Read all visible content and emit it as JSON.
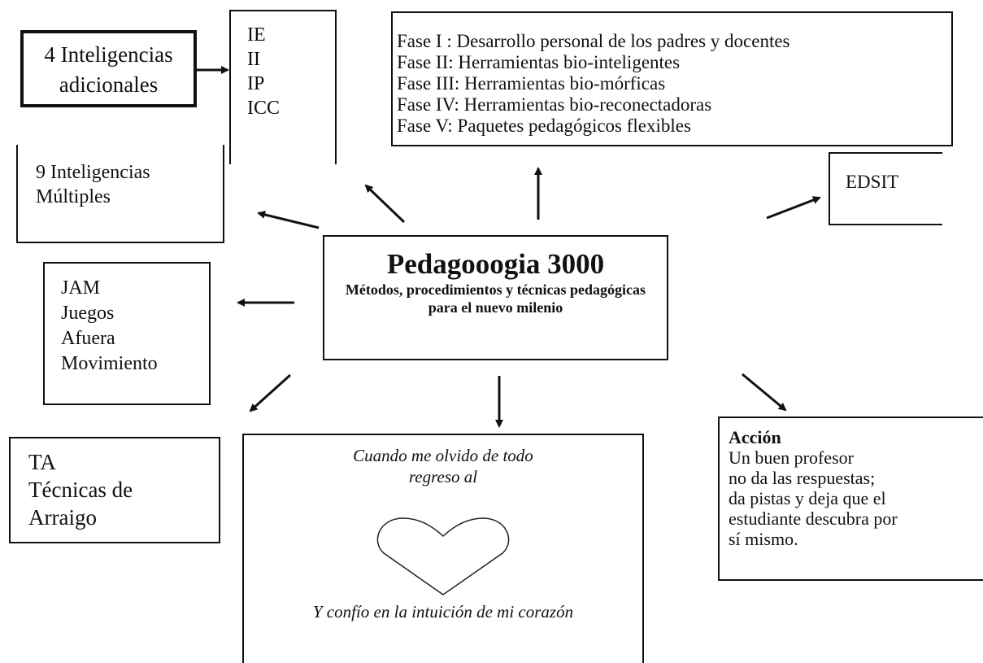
{
  "center": {
    "title": "Pedagooogia 3000",
    "subtitle_lines": [
      "Métodos, procedimientos y técnicas pedagógicas",
      "para el nuevo milenio"
    ]
  },
  "multiple_intelligences": {
    "lines": [
      "9 Inteligencias",
      "Múltiples"
    ]
  },
  "additional_codes": {
    "lines": [
      "IE",
      "II",
      "IP",
      "ICC"
    ]
  },
  "additional_label": {
    "lines": [
      "4 Inteligencias",
      "adicionales"
    ]
  },
  "phases": {
    "lines": [
      "Fase I :  Desarrollo personal de los padres y docentes",
      "Fase II:  Herramientas bio-inteligentes",
      "Fase III: Herramientas bio-mórficas",
      "Fase IV: Herramientas bio-reconectadoras",
      "Fase V:  Paquetes pedagógicos flexibles"
    ]
  },
  "edsit": {
    "label": "EDSIT"
  },
  "jam": {
    "lines": [
      "JAM",
      "Juegos",
      "Afuera",
      "Movimiento"
    ]
  },
  "ta": {
    "lines": [
      "TA",
      "Técnicas de",
      "Arraigo"
    ]
  },
  "heart_box": {
    "top_lines": [
      "Cuando me olvido de todo",
      "regreso al"
    ],
    "bottom_line": "Y confío en la intuición de mi corazón"
  },
  "accion": {
    "heading": "Acción",
    "lines": [
      "Un buen profesor",
      "no da las respuestas;",
      "da pistas y deja que el",
      "estudiante descubra por",
      "sí mismo."
    ]
  }
}
